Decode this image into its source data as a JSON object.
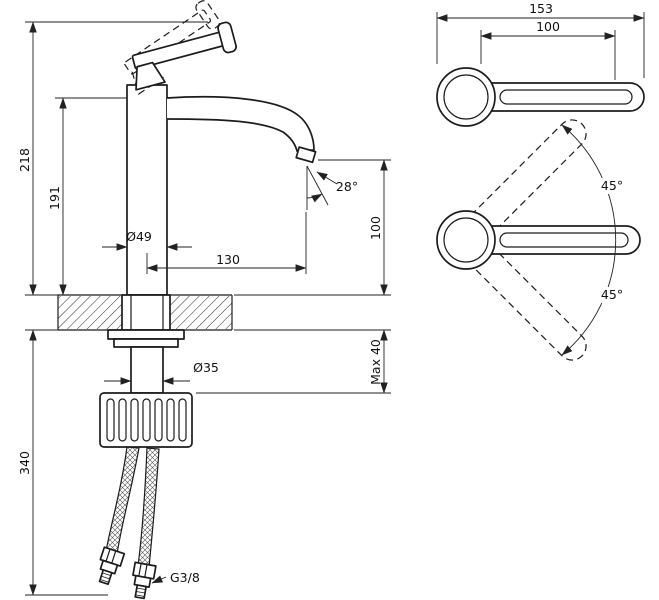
{
  "drawing": {
    "side_view": {
      "height_total": "218",
      "height_to_spout": "191",
      "height_below_deck": "340",
      "spout_angle": "28°",
      "outlet_height": "100",
      "base_diameter": "Ø49",
      "spout_reach": "130",
      "shank_diameter": "Ø35",
      "deck_max": "Max 40",
      "connector_thread": "G3/8"
    },
    "top_view": {
      "length_total": "153",
      "lever_length": "100"
    },
    "swivel_view": {
      "angle_up": "45°",
      "angle_down": "45°"
    }
  }
}
